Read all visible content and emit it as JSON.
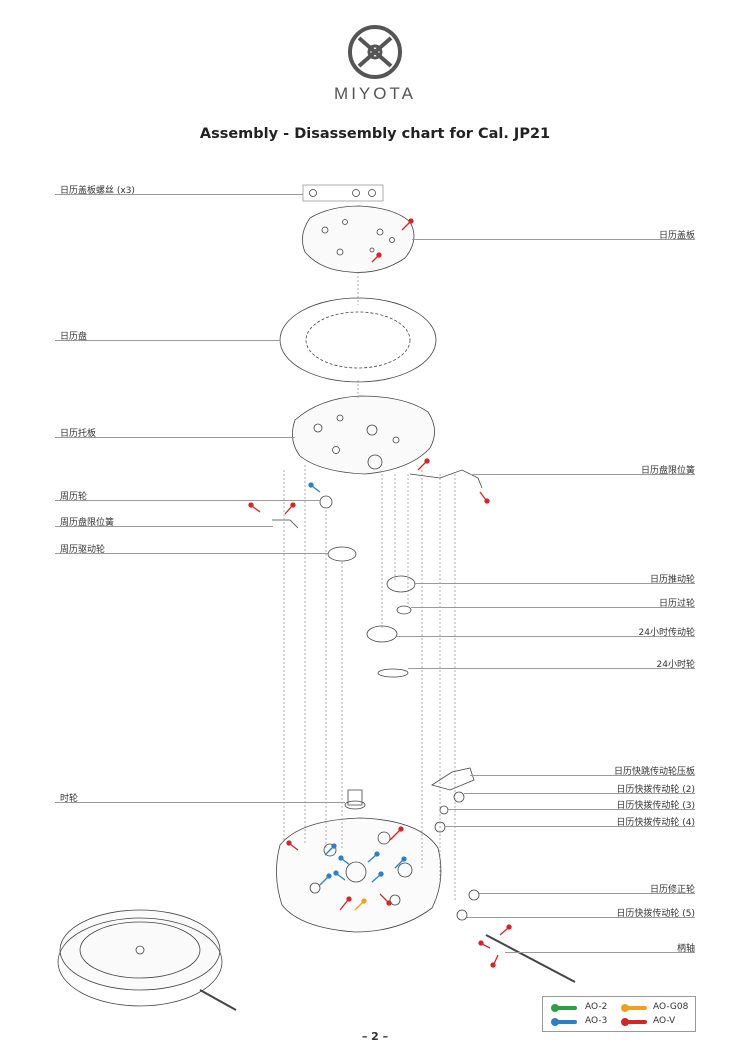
{
  "brand": {
    "name": "MIYOTA",
    "logo_icon": "miyota-logo-icon"
  },
  "title": "Assembly - Disassembly chart for Cal. JP21",
  "labels_left": [
    "日历盖板螺丝 (x3)",
    "日历盘",
    "日历托板",
    "周历轮",
    "周历盘限位簧",
    "周历驱动轮",
    "时轮"
  ],
  "labels_right": [
    "日历盖板",
    "日历盘限位簧",
    "日历推动轮",
    "日历过轮",
    "24小时传动轮",
    "24小时轮",
    "日历快跳传动轮压板",
    "日历快拨传动轮 (2)",
    "日历快拨传动轮 (3)",
    "日历快拨传动轮 (4)",
    "日历修正轮",
    "日历快拨传动轮 (5)",
    "柄轴"
  ],
  "legend": [
    {
      "label": "AO-2",
      "color": "#2e9e44"
    },
    {
      "label": "AO-G08",
      "color": "#f0a020"
    },
    {
      "label": "AO-3",
      "color": "#2f7fc8"
    },
    {
      "label": "AO-V",
      "color": "#d02828"
    }
  ],
  "page_number": "– 2 –"
}
